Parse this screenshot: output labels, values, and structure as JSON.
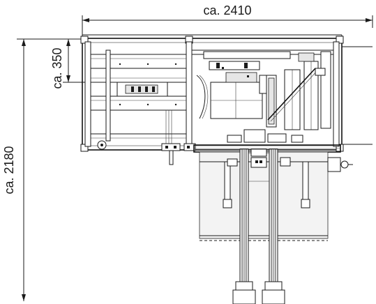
{
  "dimensions": {
    "width_label": "ca. 2410",
    "height_label": "ca. 2180",
    "offset_label": "ca. 350"
  },
  "colors": {
    "line": "#1a1a1a",
    "background": "#ffffff",
    "shade": "#e6e6e6"
  }
}
